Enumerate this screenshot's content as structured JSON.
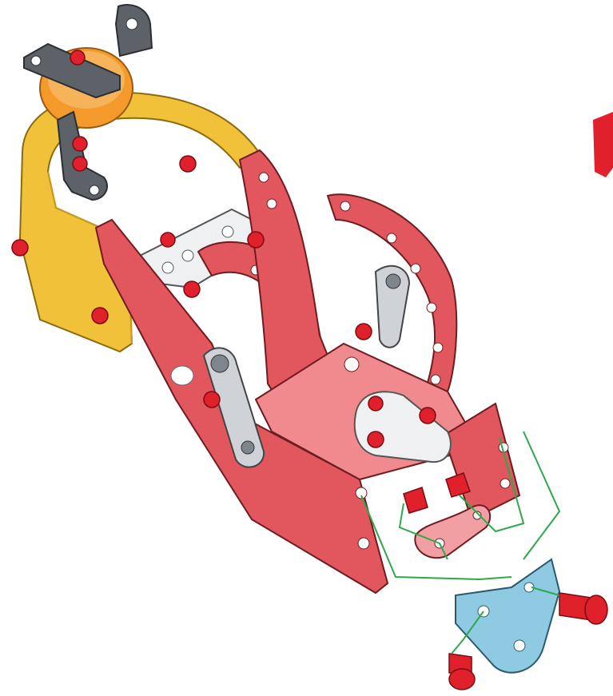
{
  "illustration": {
    "kind": "exploded-assembly-instruction",
    "parts": [
      {
        "name": "gray-bracket-top"
      },
      {
        "name": "orange-pulley-wheel"
      },
      {
        "name": "yellow-curved-strip"
      },
      {
        "name": "red-side-plate-left"
      },
      {
        "name": "red-side-plate-right"
      },
      {
        "name": "red-curved-strip-left"
      },
      {
        "name": "red-curved-strip-right"
      },
      {
        "name": "white-double-bracket"
      },
      {
        "name": "gray-lever-left"
      },
      {
        "name": "gray-lever-right"
      },
      {
        "name": "white-triangle-plate"
      },
      {
        "name": "red-nuts"
      },
      {
        "name": "pink-small-bracket"
      },
      {
        "name": "blue-angle-bracket"
      },
      {
        "name": "red-screws"
      }
    ],
    "colors": {
      "red": "#e2575e",
      "red_dark": "#b8343b",
      "yellow": "#f2c13a",
      "orange": "#f39a2b",
      "gray": "#5d6168",
      "white_part": "#eef0f2",
      "blue": "#8ecbe3",
      "pink": "#f19fa2",
      "guide_line": "#2ea84b",
      "nut_red": "#e0202b"
    }
  }
}
